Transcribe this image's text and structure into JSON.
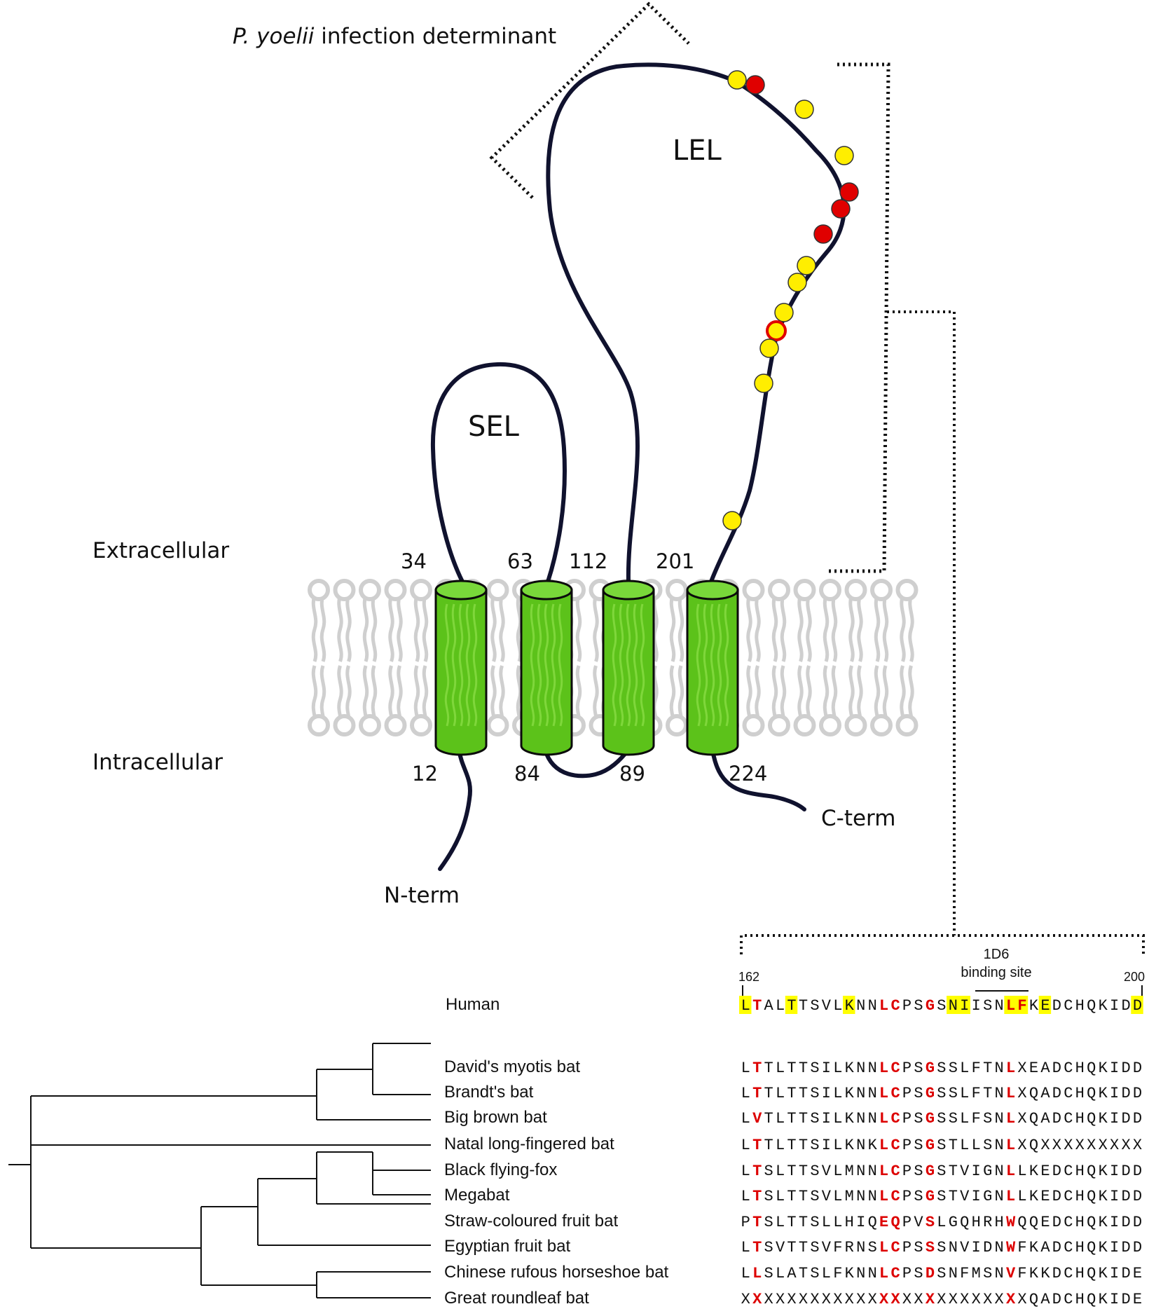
{
  "title_prefix": "P. yoelii",
  "title_suffix": " infection determinant",
  "loops": {
    "sel": "SEL",
    "lel": "LEL"
  },
  "regions": {
    "extracellular": "Extracellular",
    "intracellular": "Intracellular"
  },
  "positions": {
    "p34": "34",
    "p63": "63",
    "p112": "112",
    "p201": "201",
    "p12": "12",
    "p84": "84",
    "p89": "89",
    "p224": "224"
  },
  "termini": {
    "n": "N-term",
    "c": "C-term"
  },
  "alignment": {
    "start_pos": "162",
    "end_pos": "200",
    "binding_line1": "1D6",
    "binding_line2": "binding site",
    "human": {
      "name": "Human",
      "sequence": "LTALTTSVLKNNLCPSGSNIISNLFKEDCHQKIDD",
      "highlight_yellow": [
        0,
        4,
        9,
        18,
        19,
        23,
        24,
        26,
        34
      ],
      "highlight_red": [
        1,
        12,
        13,
        16,
        23,
        24
      ]
    },
    "species": [
      {
        "name": "David's myotis bat",
        "sequence": "LTTLTTSILKNNLCPSGSSLFTNLXEADCHQKIDD",
        "red": [
          1,
          12,
          13,
          16,
          23
        ]
      },
      {
        "name": "Brandt's bat",
        "sequence": "LTTLTTSILKNNLCPSGSSLFTNLXQADCHQKIDD",
        "red": [
          1,
          12,
          13,
          16,
          23
        ]
      },
      {
        "name": "Big brown bat",
        "sequence": "LVTLTTSILKNNLCPSGSSLFSNLXQADCHQKIDD",
        "red": [
          1,
          12,
          13,
          16,
          23
        ]
      },
      {
        "name": "Natal long-fingered bat",
        "sequence": "LTTLTTSILKNKLCPSGSTLLSNLXQXXXXXXXXX",
        "red": [
          1,
          12,
          13,
          16,
          23
        ]
      },
      {
        "name": "Black flying-fox",
        "sequence": "LTSLTTSVLMNNLCPSGSTVIGNLLKEDCHQKIDD",
        "red": [
          1,
          12,
          13,
          16,
          23
        ]
      },
      {
        "name": "Megabat",
        "sequence": "LTSLTTSVLMNNLCPSGSTVIGNLLKEDCHQKIDD",
        "red": [
          1,
          12,
          13,
          16,
          23
        ]
      },
      {
        "name": "Straw-coloured fruit bat",
        "sequence": "PTSLTTSLLHIQEQPVSLGQHRHWQQEDCHQKIDD",
        "red": [
          1,
          12,
          13,
          16,
          23
        ]
      },
      {
        "name": "Egyptian fruit bat",
        "sequence": "LTSVTTSVFRNSLCPSSSNVIDNWFKADCHQKIDD",
        "red": [
          1,
          12,
          13,
          16,
          23
        ]
      },
      {
        "name": "Chinese rufous horseshoe bat",
        "sequence": "LLSLATSLFKNNLCPSDSNFMSNVFKKDCHQKIDE",
        "red": [
          1,
          12,
          13,
          16,
          23
        ]
      },
      {
        "name": "Great roundleaf bat",
        "sequence": "XXXXXXXXXXXXXXXXXXXXXXXXXQADCHQKIDE",
        "red": [
          1,
          12,
          13,
          16,
          23
        ]
      }
    ]
  },
  "colors": {
    "helix_fill": "#5cc21a",
    "helix_top": "#79d83a",
    "helix_stroke": "#0b0b0b",
    "chain": "#10122e",
    "lipid": "#cfcfcf",
    "dot_yellow": "#ffee00",
    "dot_red": "#e00000",
    "highlight_yellow": "#ffff00",
    "residue_red": "#dd0000"
  }
}
